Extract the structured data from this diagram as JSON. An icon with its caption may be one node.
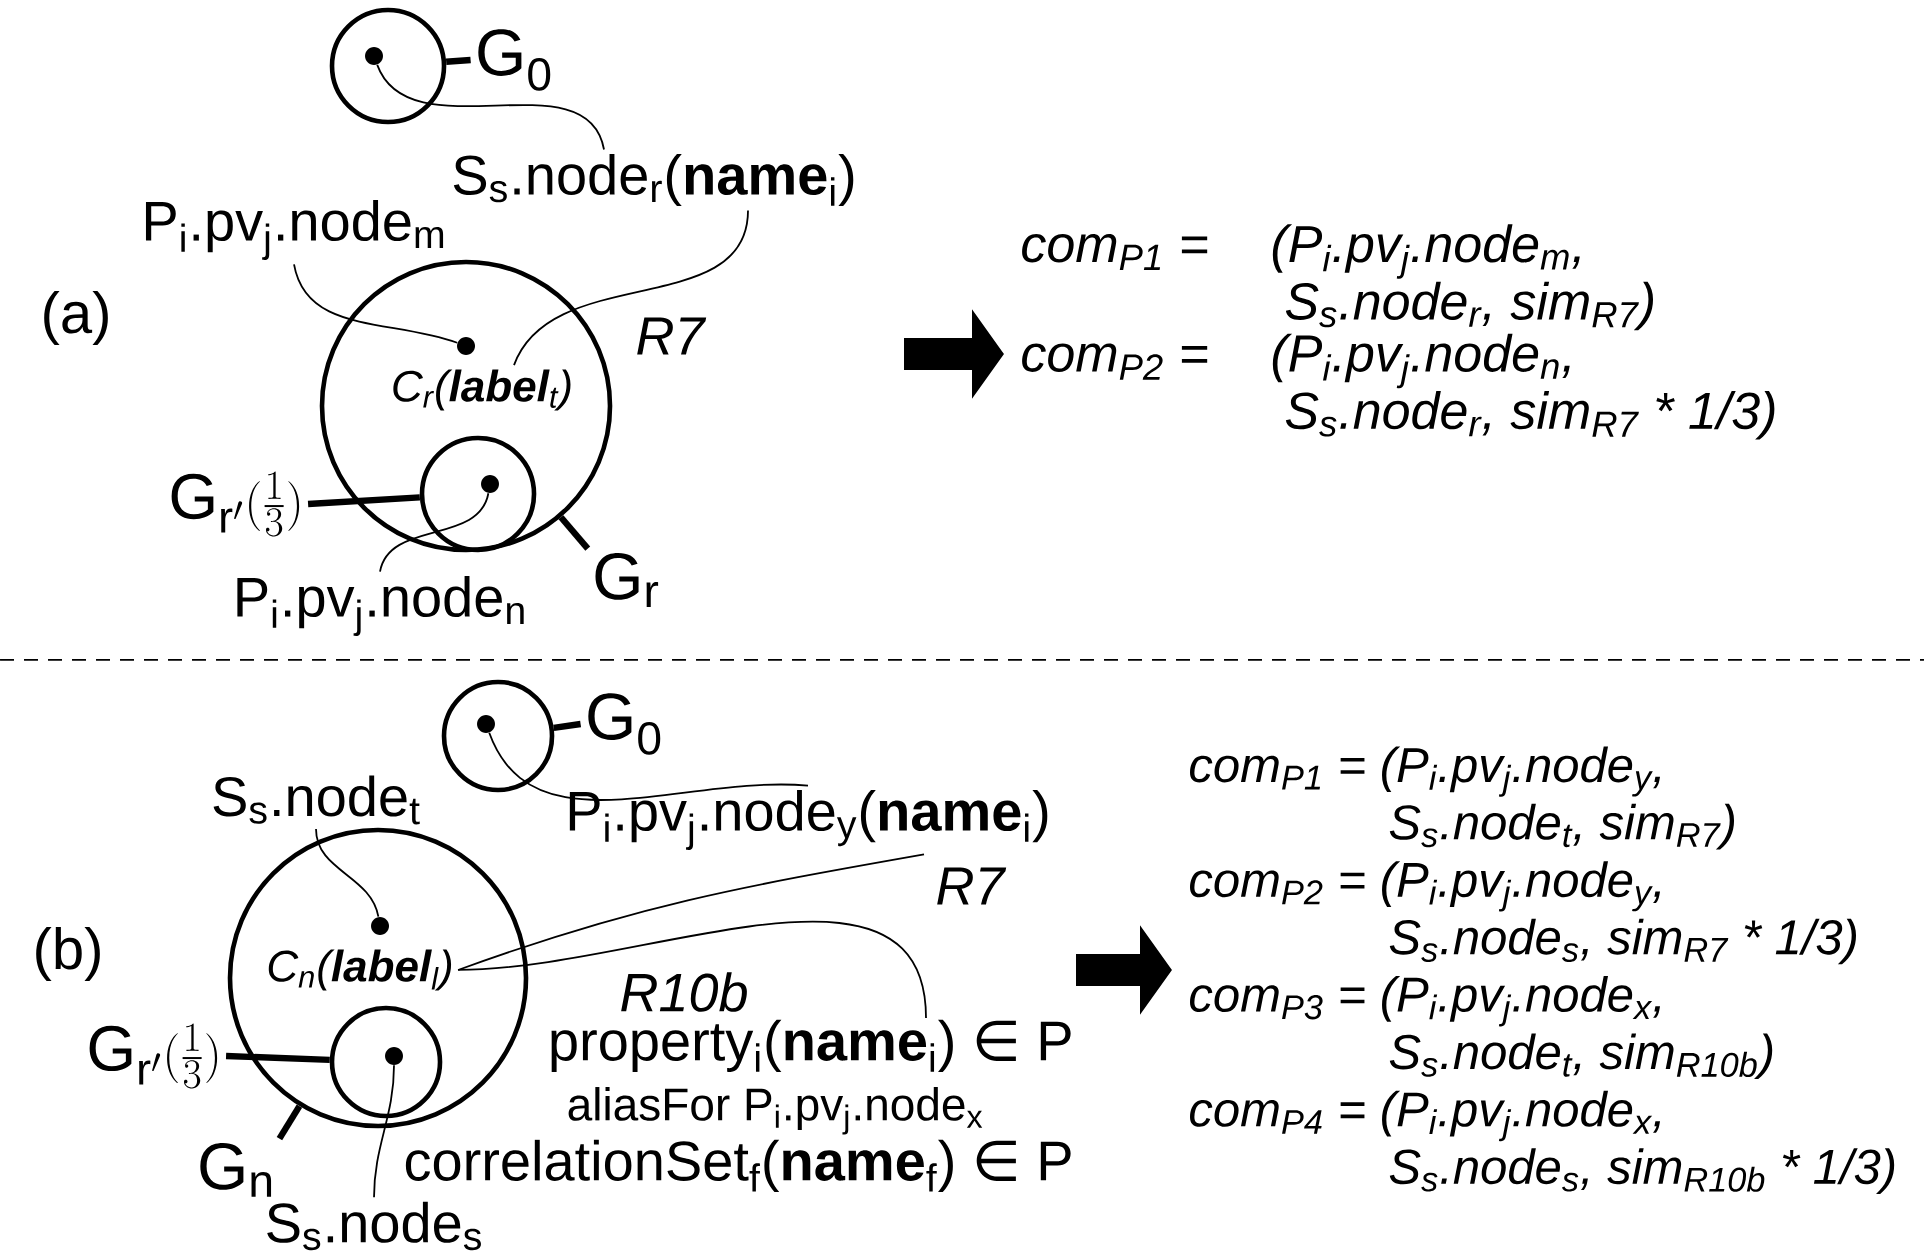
{
  "diagram": {
    "nodes": [
      {
        "text": [],
        "shape": "circle"
      },
      {
        "text": [],
        "shape": "circle",
        "in": 0
      },
      {
        "text": [
          "G$_{0}$"
        ]
      },
      {
        "text": [
          "S$_{s}$.node$_{r}$(**name**$_{i}$)"
        ]
      },
      {
        "text": [
          "P$_{i}$.pv$_{j}$.node$_{m}$"
        ]
      },
      {
        "text": [],
        "shape": "circle"
      },
      {
        "text": [],
        "shape": "circle",
        "in": 5
      },
      {
        "text": [
          "C$_{r}$(**label**$_{t}$)"
        ],
        "in": 5
      },
      {
        "text": [],
        "shape": "circle",
        "in": 5
      },
      {
        "text": [],
        "shape": "circle",
        "in": 8
      },
      {
        "text": [
          "\\mathrm{G}_{\\mathrm{r}'}(\\tfrac{1}{3})"
        ]
      },
      {
        "text": [
          "P$_{i}$.pv$_{j}$.node$_{n}$"
        ]
      },
      {
        "text": [
          "G$_{r}$"
        ]
      },
      {
        "text": [
          "com$_{P1}$ =",
          "(P$_{i}$.pv$_{j}$.node$_{m}$, S$_{s}$.node$_{r}$, sim$_{R7}$)",
          "com$_{P2}$ =",
          "(P$_{i}$.pv$_{j}$.node$_{n}$, S$_{s}$.node$_{r}$, sim$_{R7}$ * 1/3)"
        ]
      },
      {
        "text": [],
        "shape": "circle"
      },
      {
        "text": [],
        "shape": "circle",
        "in": 14
      },
      {
        "text": [
          "G$_{0}$"
        ]
      },
      {
        "text": [
          "P$_{i}$.pv$_{j}$.node$_{y}$(**name**$_{i}$)"
        ]
      },
      {
        "text": [
          "S$_{s}$.node$_{t}$"
        ]
      },
      {
        "text": [],
        "shape": "circle"
      },
      {
        "text": [],
        "shape": "circle",
        "in": 19
      },
      {
        "text": [
          "C$_{n}$(**label**$_{l}$)"
        ],
        "in": 19
      },
      {
        "text": [],
        "shape": "circle",
        "in": 19
      },
      {
        "text": [],
        "shape": "circle",
        "in": 22
      },
      {
        "text": [
          "\\mathrm{G}_{\\mathrm{r}'}(\\tfrac{1}{3})"
        ]
      },
      {
        "text": [
          "G$_{n}$"
        ]
      },
      {
        "text": [
          "S$_{s}$.node$_{s}$"
        ]
      },
      {
        "text": [
          "property$_{i}$(**name**$_{i}$) ∈ P",
          "aliasFor P$_{i}$.pv$_{j}$.node$_{x}$",
          "correlationSet$_{f}$(**name**$_{f}$) ∈ P"
        ]
      },
      {
        "text": [
          "com$_{P1}$ = (P$_{i}$.pv$_{j}$.node$_{y}$, S$_{s}$.node$_{t}$, sim$_{R7}$)",
          "com$_{P2}$ = (P$_{i}$.pv$_{j}$.node$_{y}$, S$_{s}$.node$_{s}$, sim$_{R7}$ * 1/3)",
          "com$_{P3}$ = (P$_{i}$.pv$_{j}$.node$_{x}$, S$_{s}$.node$_{t}$, sim$_{R10b}$)",
          "com$_{P4}$ = (P$_{i}$.pv$_{j}$.node$_{x}$, S$_{s}$.node$_{s}$, sim$_{R10b}$ * 1/3)"
        ]
      }
    ],
    "edges": [
      {
        "from": 2,
        "to": 0,
        "arrow": "none",
        "style": "thick"
      },
      {
        "from": 1,
        "to": 3,
        "arrow": "none"
      },
      {
        "from": 3,
        "to": 7,
        "arrow": "none",
        "label": "R7"
      },
      {
        "from": 4,
        "to": 6,
        "arrow": "none"
      },
      {
        "from": 10,
        "to": 8,
        "arrow": "none",
        "style": "thick"
      },
      {
        "from": 11,
        "to": 9,
        "arrow": "none"
      },
      {
        "from": 12,
        "to": 5,
        "arrow": "none",
        "style": "thick"
      },
      {
        "from": null,
        "to": 13,
        "arrow": "to",
        "style": "thick"
      },
      {
        "from": 16,
        "to": 14,
        "arrow": "none",
        "style": "thick"
      },
      {
        "from": 15,
        "to": 17,
        "arrow": "none"
      },
      {
        "from": 18,
        "to": 20,
        "arrow": "none"
      },
      {
        "from": 21,
        "to": 17,
        "arrow": "none",
        "label": "R7"
      },
      {
        "from": 21,
        "to": 27,
        "arrow": "none",
        "label": "R10b"
      },
      {
        "from": 24,
        "to": 22,
        "arrow": "none",
        "style": "thick"
      },
      {
        "from": 25,
        "to": 19,
        "arrow": "none",
        "style": "thick"
      },
      {
        "from": 26,
        "to": 23,
        "arrow": "none"
      },
      {
        "from": null,
        "to": 28,
        "arrow": "to",
        "style": "thick"
      }
    ],
    "labels": [
      "(a)",
      "(b)"
    ]
  }
}
